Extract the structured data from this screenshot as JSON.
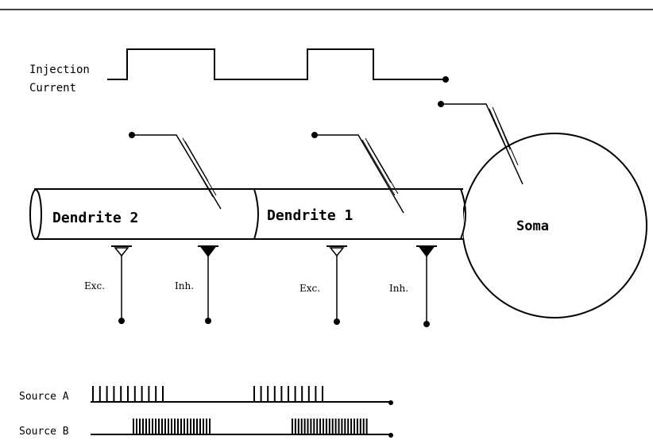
{
  "injection": {
    "label_line1": "Injection",
    "label_line2": "Current"
  },
  "compartments": {
    "dendrite2": "Dendrite 2",
    "dendrite1": "Dendrite 1",
    "soma": "Soma"
  },
  "synapses": {
    "exc_left": "Exc.",
    "inh_left": "Inh.",
    "exc_right": "Exc.",
    "inh_right": "Inh."
  },
  "sources": {
    "a_label": "Source A",
    "b_label": "Source B"
  },
  "colors": {
    "stroke": "#000000",
    "background": "#ffffff"
  }
}
